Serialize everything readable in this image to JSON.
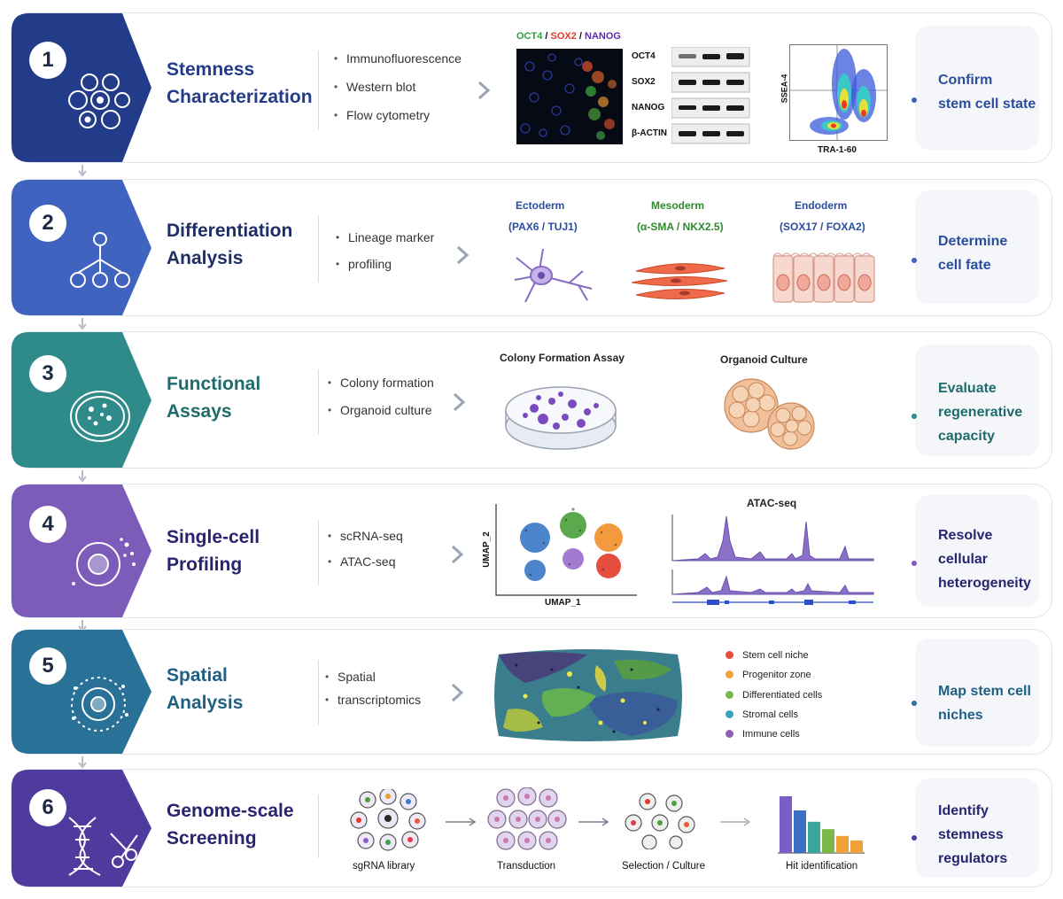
{
  "rows": [
    {
      "number": "1",
      "title_lines": [
        "Stemness",
        "Characterization"
      ],
      "methods": [
        "Immunofluorescence",
        "Western blot",
        "Flow cytometry"
      ],
      "goal_lines": [
        "Confirm",
        "stem cell state"
      ],
      "panel": {
        "if_markers": [
          "OCT4",
          "SOX2",
          "NANOG"
        ],
        "if_marker_colors": [
          "#2e9e3e",
          "#e33a2a",
          "#5a2db2"
        ],
        "blot_labels": [
          "OCT4",
          "SOX2",
          "NANOG",
          "β-ACTIN"
        ],
        "flow_ylabel": "SSEA-4",
        "flow_xlabel": "TRA-1-60"
      }
    },
    {
      "number": "2",
      "title_lines": [
        "Differentiation",
        "Analysis"
      ],
      "methods": [
        "Lineage marker",
        "profiling"
      ],
      "goal_lines": [
        "Determine",
        "cell fate"
      ],
      "panel": {
        "germ_layers": [
          {
            "name": "Ectoderm",
            "markers": "(PAX6 / TUJ1)",
            "color": "#2a4d9e"
          },
          {
            "name": "Mesoderm",
            "markers": "(α-SMA / NKX2.5)",
            "color": "#2e8b2e"
          },
          {
            "name": "Endoderm",
            "markers": "(SOX17 / FOXA2)",
            "color": "#2a4d9e"
          }
        ]
      }
    },
    {
      "number": "3",
      "title_lines": [
        "Functional",
        "Assays"
      ],
      "methods": [
        "Colony formation",
        "Organoid culture"
      ],
      "goal_lines": [
        "Evaluate",
        "regenerative",
        "capacity"
      ],
      "panel": {
        "assay_titles": [
          "Colony Formation Assay",
          "Organoid Culture"
        ]
      }
    },
    {
      "number": "4",
      "title_lines": [
        "Single-cell",
        "Profiling"
      ],
      "methods": [
        "scRNA-seq",
        "ATAC-seq"
      ],
      "goal_lines": [
        "Resolve",
        "cellular",
        "heterogeneity"
      ],
      "panel": {
        "umap_xlabel": "UMAP_1",
        "umap_ylabel": "UMAP_2",
        "atac_title": "ATAC-seq"
      }
    },
    {
      "number": "5",
      "title_lines": [
        "Spatial",
        "Analysis"
      ],
      "methods": [
        "Spatial",
        "transcriptomics"
      ],
      "goal_lines": [
        "Map stem cell",
        "niches"
      ],
      "panel": {
        "legend": [
          {
            "label": "Stem cell niche",
            "color": "#e84a3c"
          },
          {
            "label": "Progenitor zone",
            "color": "#f2a03a"
          },
          {
            "label": "Differentiated cells",
            "color": "#7bb84a"
          },
          {
            "label": "Stromal cells",
            "color": "#3aa0c4"
          },
          {
            "label": "Immune cells",
            "color": "#8c5fb8"
          }
        ]
      }
    },
    {
      "number": "6",
      "title_lines": [
        "Genome-scale",
        "Screening"
      ],
      "methods": [],
      "goal_lines": [
        "Identify",
        "stemness",
        "regulators"
      ],
      "panel": {
        "steps": [
          "sgRNA library",
          "Transduction",
          "Selection / Culture",
          "Hit identification"
        ],
        "bar_values": [
          1.0,
          0.75,
          0.55,
          0.42,
          0.3,
          0.22
        ],
        "bar_colors": [
          "#7b5cc8",
          "#3a6fc4",
          "#3aa59a",
          "#7bb84a",
          "#f2a03a",
          "#f2a03a"
        ]
      }
    }
  ],
  "colors": {
    "row1": "#233c8a",
    "row2": "#3f63bf",
    "row3": "#2f8a8a",
    "row4": "#7c5cb8",
    "row5": "#2a7198",
    "row6": "#4f3a9e"
  }
}
